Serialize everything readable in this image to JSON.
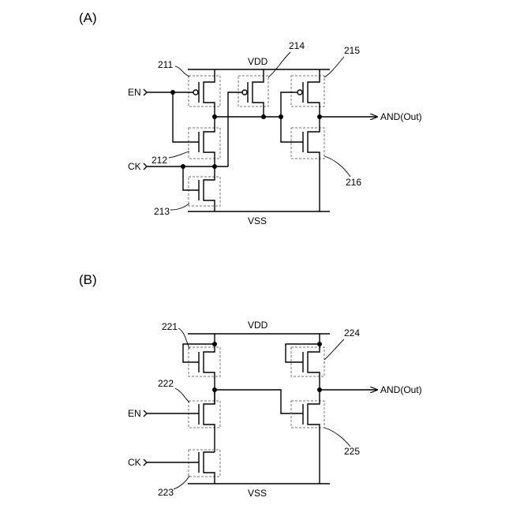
{
  "panel_a": {
    "label": "(A)",
    "vdd": "VDD",
    "vss": "VSS",
    "inputs": {
      "en": "EN",
      "ck": "CK"
    },
    "output": "AND(Out)",
    "refs": {
      "r211": "211",
      "r212": "212",
      "r213": "213",
      "r214": "214",
      "r215": "215",
      "r216": "216"
    }
  },
  "panel_b": {
    "label": "(B)",
    "vdd": "VDD",
    "vss": "VSS",
    "inputs": {
      "en": "EN",
      "ck": "CK"
    },
    "output": "AND(Out)",
    "refs": {
      "r221": "221",
      "r222": "222",
      "r223": "223",
      "r224": "224",
      "r225": "225"
    }
  }
}
